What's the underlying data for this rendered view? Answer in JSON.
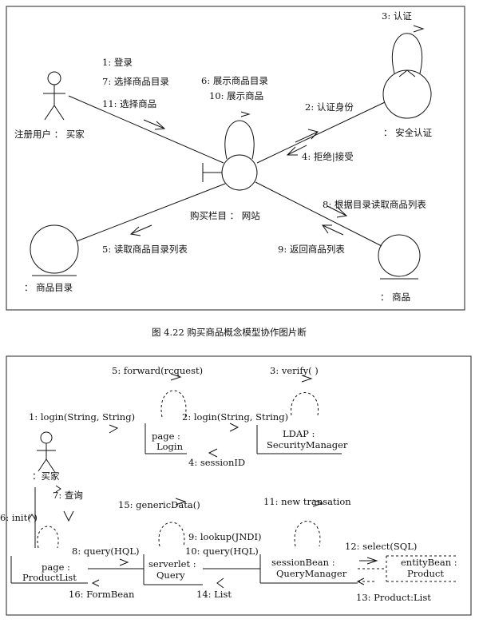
{
  "top": {
    "actor_label": "注册用户 ： 买家",
    "buy_column_label": "购买栏目 ： 网站",
    "security_label": "： 安全认证",
    "catalog_label": "： 商品目录",
    "goods_label": "： 商品",
    "m_login": "1:  登录",
    "m_select_catalog": "7:  选择商品目录",
    "m_select_goods": "11:  选择商品",
    "m_show_catalog": "6:  展示商品目录",
    "m_show_goods": "10:  展示商品",
    "m_auth": "2:  认证身份",
    "m_self_auth": "3:  认证",
    "m_reject_accept": "4:  拒绝|接受",
    "m_read_list": "8:  根据目录读取商品列表",
    "m_return_list": "9:  返回商品列表",
    "m_read_catalog": "5:  读取商品目录列表"
  },
  "caption": "图 4.22    购买商品概念模型协作图片断",
  "bottom": {
    "buyer_label": "：买家",
    "login_line1": "page :",
    "login_line2": "Login",
    "ldap_line1": "LDAP :",
    "ldap_line2": "SecurityManager",
    "pl_line1": "page :",
    "pl_line2": "ProductList",
    "query_line1": "serverlet :",
    "query_line2": "Query",
    "qm_line1": "sessionBean :",
    "qm_line2": "QueryManager",
    "eb_line1": "entityBean :",
    "eb_line2": "Product",
    "m_forward": "5: forward(rcquest)",
    "m_verify": "3: verify( )",
    "m_login1": "1: login(String, String)",
    "m_login2": "2: login(String, String)",
    "m_session": "4: sessionID",
    "m_query_cn": "7:  查询",
    "m_init": "6: init( )",
    "m_generic": "15: genericData()",
    "m_new_trans": "11: new transation",
    "m_lookup": "9: lookup(JNDI)",
    "m_query_hql1": "8: query(HQL)",
    "m_query_hql2": "10: query(HQL)",
    "m_select": "12: select(SQL)",
    "m_formbean": "16: FormBean",
    "m_list": "14: List",
    "m_product_list": "13: Product:List"
  }
}
